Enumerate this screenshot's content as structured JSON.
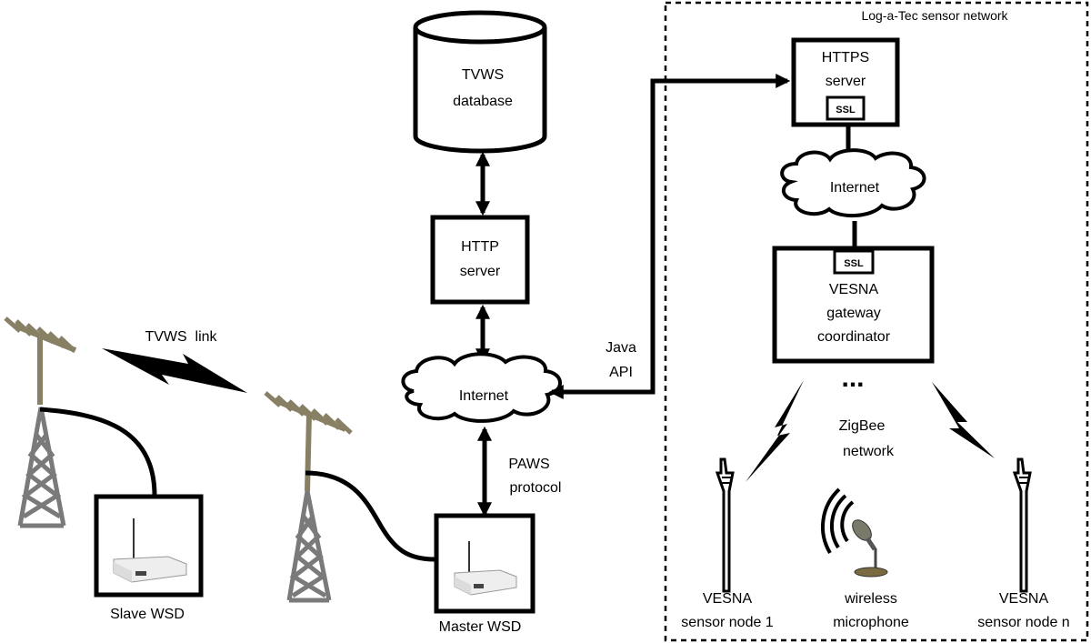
{
  "diagram": {
    "region": {
      "title": "Log-a-Tec sensor network"
    },
    "nodes": {
      "tvws_db": {
        "lines": [
          "TVWS",
          "database"
        ]
      },
      "http_server": {
        "lines": [
          "HTTP",
          "server"
        ]
      },
      "internet_center": {
        "label": "Internet"
      },
      "https_server": {
        "lines": [
          "HTTPS",
          "server"
        ],
        "badge": "SSL"
      },
      "internet_right": {
        "label": "Internet"
      },
      "gateway": {
        "lines": [
          "VESNA",
          "gateway",
          "coordinator"
        ],
        "badge": "SSL"
      },
      "ellipsis": {
        "label": "..."
      },
      "zigbee": {
        "lines": [
          "ZigBee",
          "network"
        ]
      },
      "sensor_1": {
        "lines": [
          "VESNA",
          "sensor node 1"
        ]
      },
      "microphone": {
        "lines": [
          "wireless",
          "microphone"
        ]
      },
      "sensor_n": {
        "lines": [
          "VESNA",
          "sensor node n"
        ]
      },
      "slave_wsd": {
        "label": "Slave WSD"
      },
      "master_wsd": {
        "label": "Master WSD"
      }
    },
    "edges": {
      "java_api": {
        "lines": [
          "Java",
          "API"
        ]
      },
      "paws": {
        "lines": [
          "PAWS",
          "protocol"
        ]
      },
      "tvws_link": {
        "label": "TVWS  link"
      }
    }
  }
}
